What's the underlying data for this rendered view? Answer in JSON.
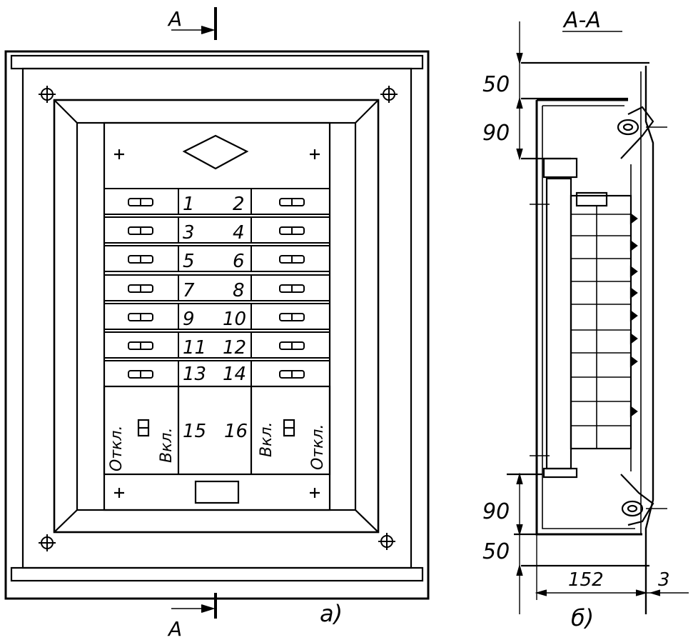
{
  "section_marks": {
    "top": "А",
    "bottom": "А",
    "title": "А-А"
  },
  "view_labels": {
    "front": "а)",
    "section": "б)"
  },
  "switch_numbers": [
    "1",
    "2",
    "3",
    "4",
    "5",
    "6",
    "7",
    "8",
    "9",
    "10",
    "11",
    "12",
    "13",
    "14"
  ],
  "lower_numbers": [
    "15",
    "16"
  ],
  "lower_labels": {
    "off": "Откл.",
    "on": "Вкл."
  },
  "dimensions": {
    "top_50": "50",
    "top_90": "90",
    "bottom_90": "90",
    "bottom_50": "50",
    "depth": "152",
    "thickness": "3"
  },
  "colors": {
    "ink": "#000000",
    "paper": "#ffffff"
  }
}
